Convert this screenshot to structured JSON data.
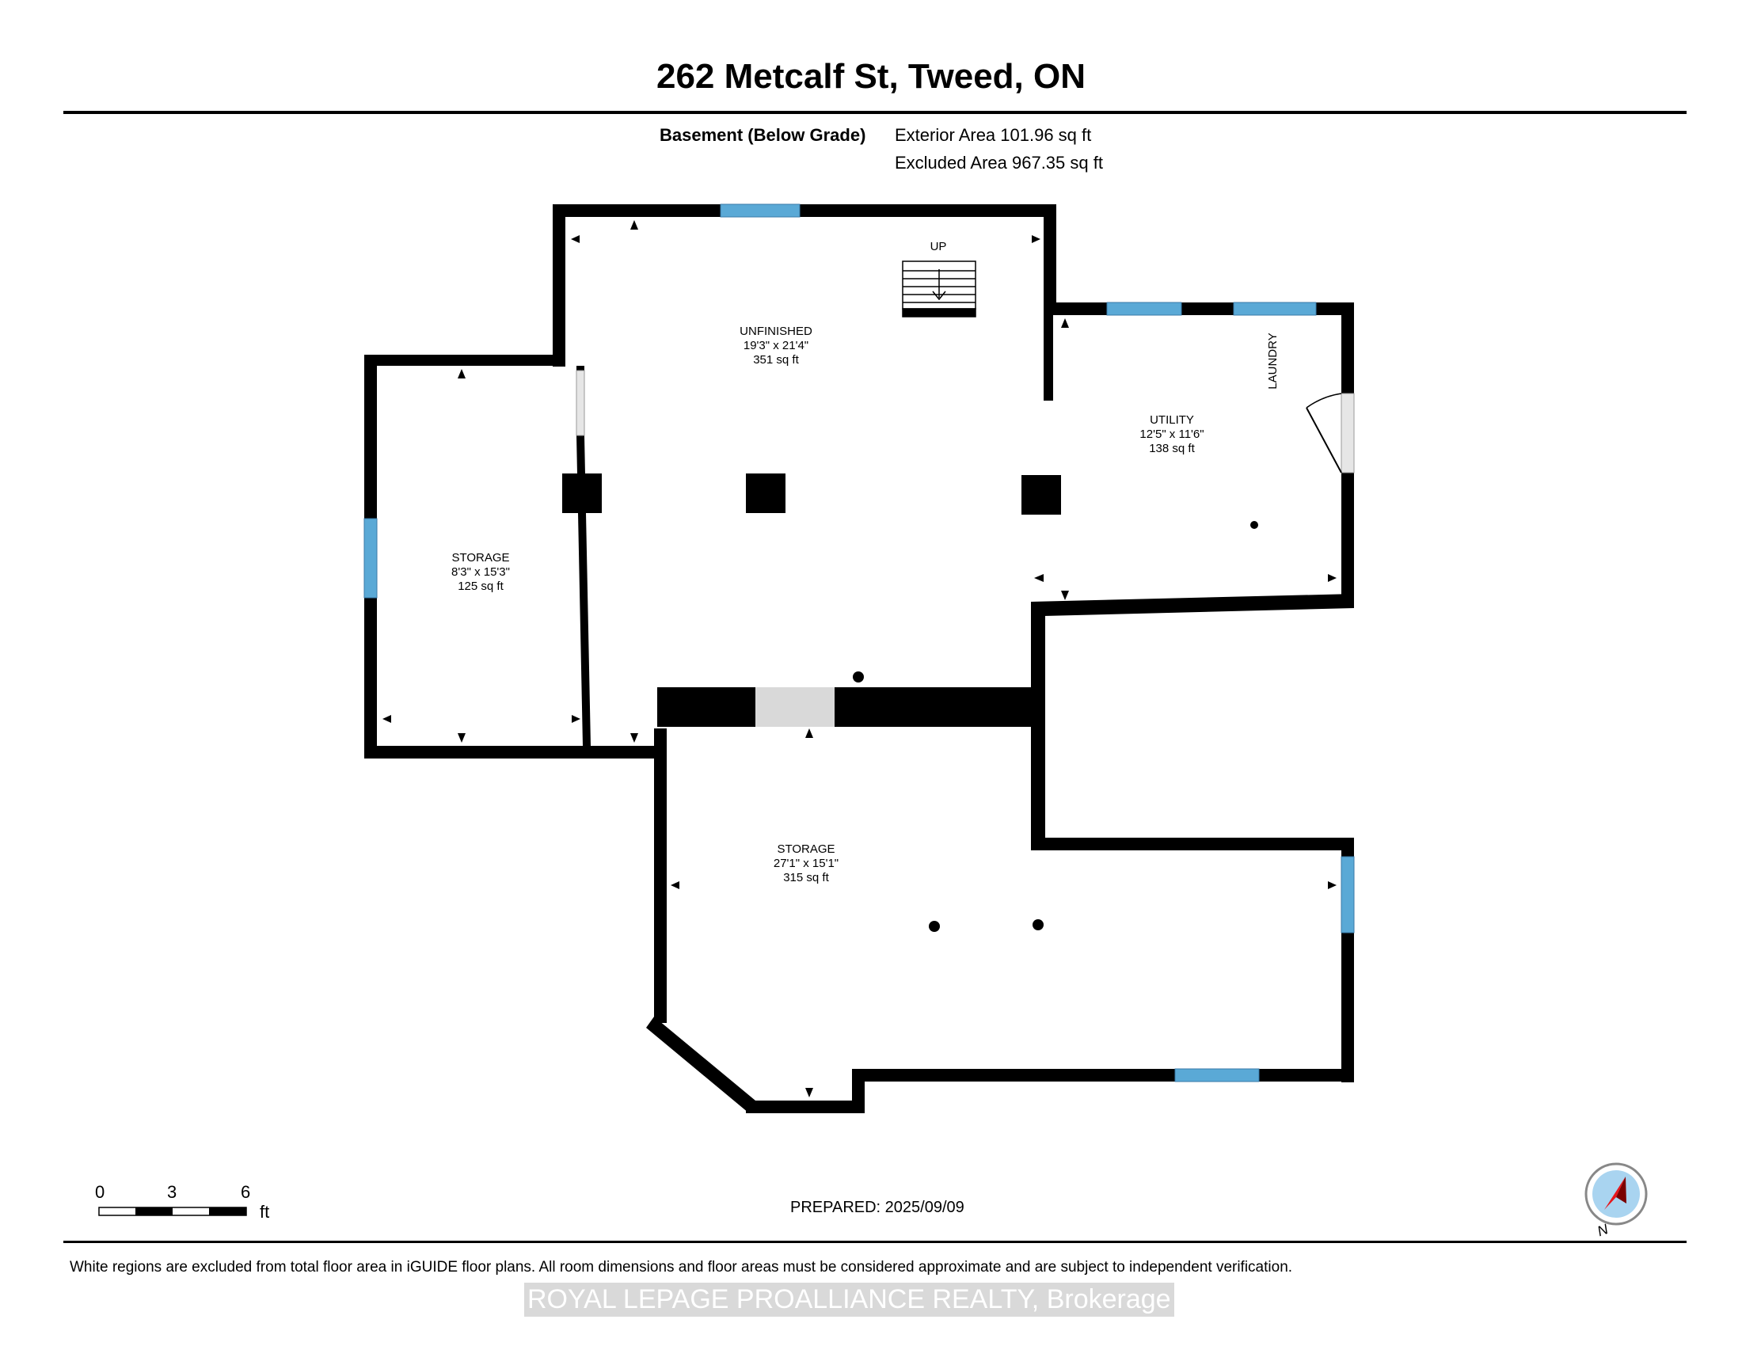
{
  "header": {
    "title": "262 Metcalf St, Tweed, ON",
    "level": "Basement (Below Grade)",
    "exterior_area": "Exterior Area 101.96 sq ft",
    "excluded_area": "Excluded Area 967.35 sq ft"
  },
  "rooms": {
    "unfinished": {
      "name": "UNFINISHED",
      "dims": "19'3\" x 21'4\"",
      "area": "351 sq ft"
    },
    "storage_left": {
      "name": "STORAGE",
      "dims": "8'3\" x 15'3\"",
      "area": "125 sq ft"
    },
    "utility": {
      "name": "UTILITY",
      "dims": "12'5\" x 11'6\"",
      "area": "138 sq ft"
    },
    "storage_bottom": {
      "name": "STORAGE",
      "dims": "27'1\" x 15'1\"",
      "area": "315 sq ft"
    },
    "laundry": "LAUNDRY",
    "stairs": "UP"
  },
  "scale": {
    "ticks": [
      "0",
      "3",
      "6"
    ],
    "unit": "ft"
  },
  "compass": {
    "label": "N"
  },
  "footer": {
    "prepared": "PREPARED: 2025/09/09",
    "disclaimer": "White regions are excluded from total floor area in iGUIDE floor plans. All room dimensions and floor areas must be considered approximate and are subject to independent verification.",
    "watermark": "ROYAL LEPAGE PROALLIANCE REALTY, Brokerage"
  },
  "colors": {
    "wall": "#000000",
    "window": "#5aa9d6",
    "door": "#d9d9d9",
    "compass_needle": "#e8161b",
    "compass_face": "#a9d4f0"
  }
}
